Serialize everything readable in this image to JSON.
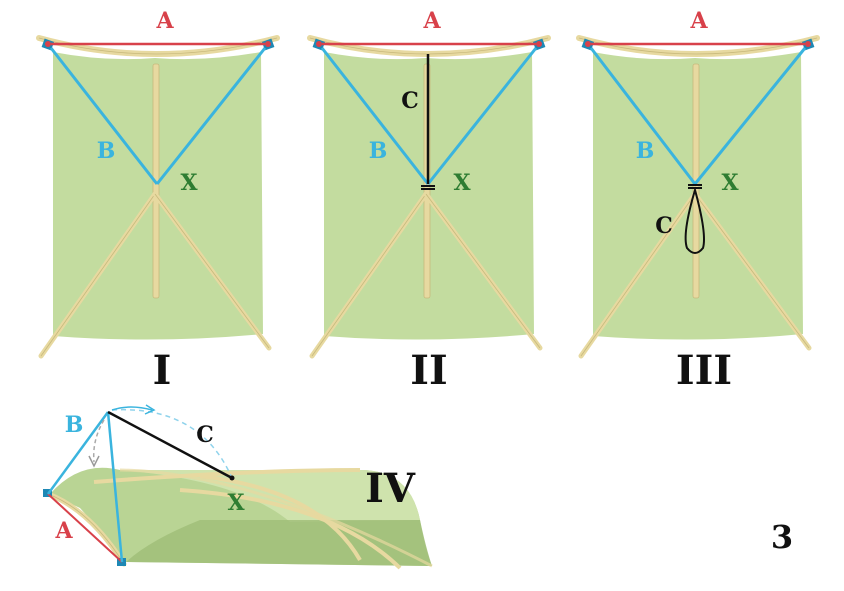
{
  "colors": {
    "sail": "#c3dc9f",
    "sail_dark": "#a7c47f",
    "stick": "#e9dca5",
    "stick_edge": "#c8b97c",
    "bridle_a": "#d8414a",
    "bridle_b": "#3ab4de",
    "line_c": "#111111",
    "point_x": "#2e7d32",
    "tie": "#1e88b5"
  },
  "panels": [
    {
      "numeral": "I",
      "label_a": "A",
      "label_b": "B",
      "label_x": "X"
    },
    {
      "numeral": "II",
      "label_a": "A",
      "label_b": "B",
      "label_x": "X",
      "label_c": "C"
    },
    {
      "numeral": "III",
      "label_a": "A",
      "label_b": "B",
      "label_x": "X",
      "label_c": "C"
    }
  ],
  "panel_iv": {
    "numeral": "IV",
    "label_a": "A",
    "label_b": "B",
    "label_c": "C",
    "label_x": "X"
  },
  "figure_number": "3"
}
